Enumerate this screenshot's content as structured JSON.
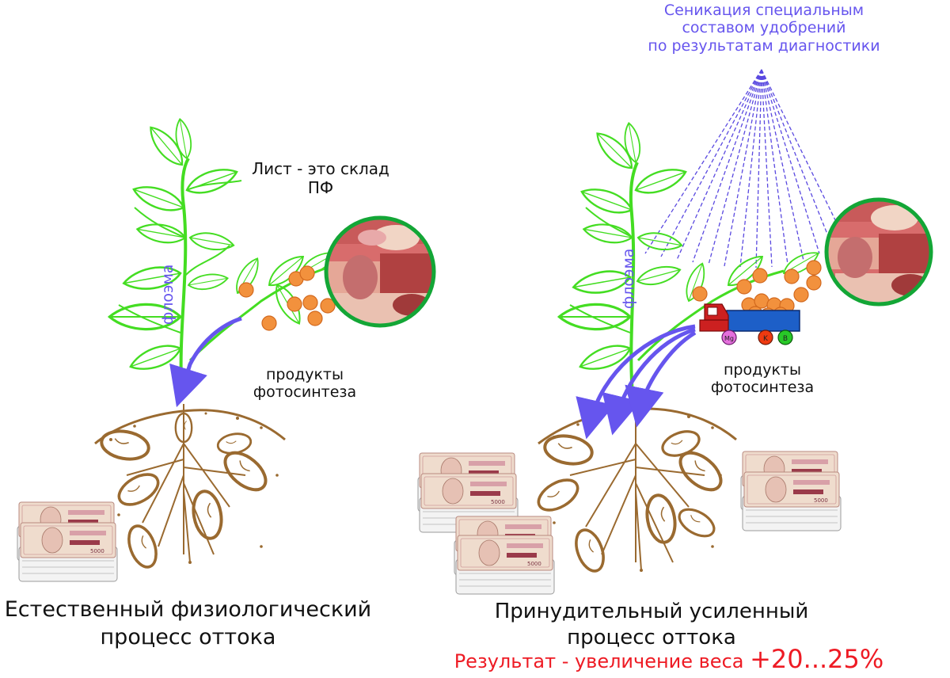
{
  "colors": {
    "accent_purple": "#6655ee",
    "plant_green": "#44dd22",
    "soil_brown": "#9a6a30",
    "fruit_orange": "#f2913d",
    "result_red": "#ee1b24",
    "circle_border": "#13a636"
  },
  "left_panel": {
    "leaf_caption_line1": "Лист - это склад",
    "leaf_caption_line2": "ПФ",
    "stem_label": "флоэма",
    "products_line1": "продукты",
    "products_line2": "фотосинтеза",
    "caption_line1": "Естественный физиологический",
    "caption_line2": "процесс оттока"
  },
  "right_panel": {
    "spray_line1": "Сеникация специальным",
    "spray_line2": "составом удобрений",
    "spray_line3": "по результатам диагностики",
    "stem_label": "флоэма",
    "products_line1": "продукты",
    "products_line2": "фотосинтеза",
    "wheel_labels": [
      "Mg",
      "K",
      "B"
    ],
    "caption_line1": "Принудительный усиленный",
    "caption_line2": "процесс оттока",
    "result_prefix": "Результат - увеличение веса ",
    "result_value": "+20...25%"
  },
  "icons": [
    "potato-plant-illustration",
    "banknote-stack",
    "money-circle",
    "truck",
    "spray-cone",
    "flow-arrow"
  ]
}
